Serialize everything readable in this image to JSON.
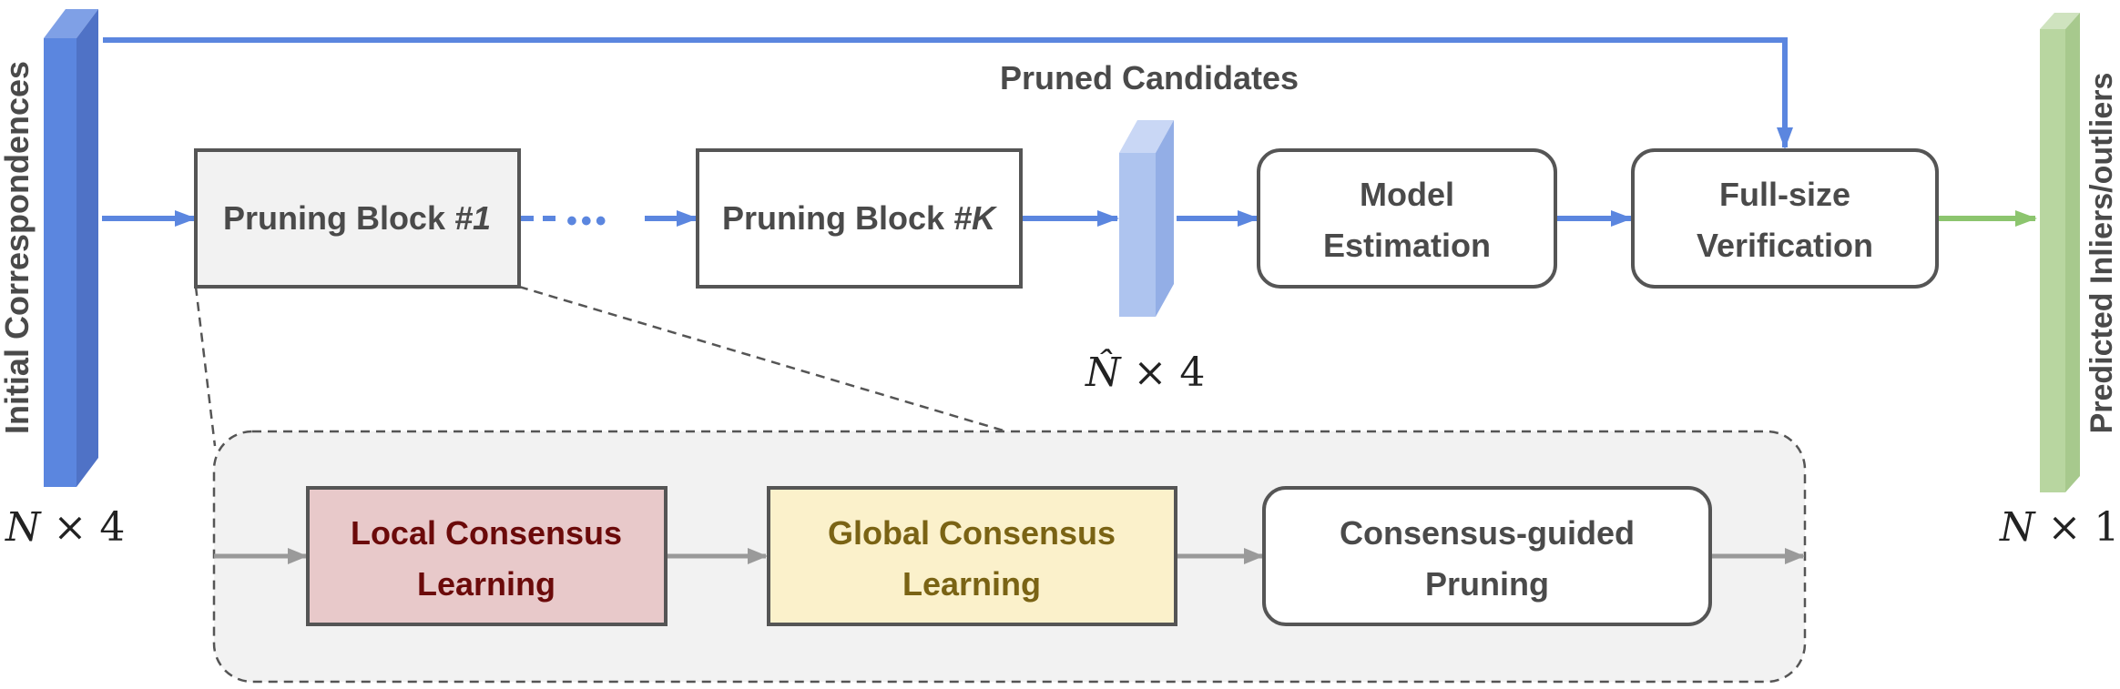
{
  "input_label": "Initial Correspondences",
  "input_dim": {
    "var": "N",
    "op": "×",
    "num": "4"
  },
  "output_label": "Predicted Inliers/outliers",
  "output_dim": {
    "var": "N",
    "op": "×",
    "num": "1"
  },
  "pruned_title": "Pruned Candidates",
  "pruned_dim": {
    "var": "N̂",
    "op": "×",
    "num": "4"
  },
  "block1": {
    "text": "Pruning Block ",
    "num": "#1"
  },
  "blockK": {
    "text": "Pruning Block ",
    "num": "#K"
  },
  "ellipsis": "•••",
  "model_estimation": [
    "Model",
    "Estimation"
  ],
  "full_verification": [
    "Full-size",
    "Verification"
  ],
  "local_consensus": [
    "Local Consensus",
    "Learning"
  ],
  "global_consensus": [
    "Global Consensus",
    "Learning"
  ],
  "consensus_pruning": [
    "Consensus-guided",
    "Pruning"
  ],
  "colors": {
    "blue": "#5b86df",
    "blue_dark": "#4f72c6",
    "light_blue": "#aec4ef",
    "green": "#b8d6a0",
    "green_arrow": "#8cc56e",
    "gray_arrow": "#9a9a9a",
    "local_fill": "#e8c9ca",
    "local_text": "#6b0a0a",
    "global_fill": "#fbf1cb",
    "global_text": "#7a6314",
    "panel_fill": "#f2f2f2"
  }
}
